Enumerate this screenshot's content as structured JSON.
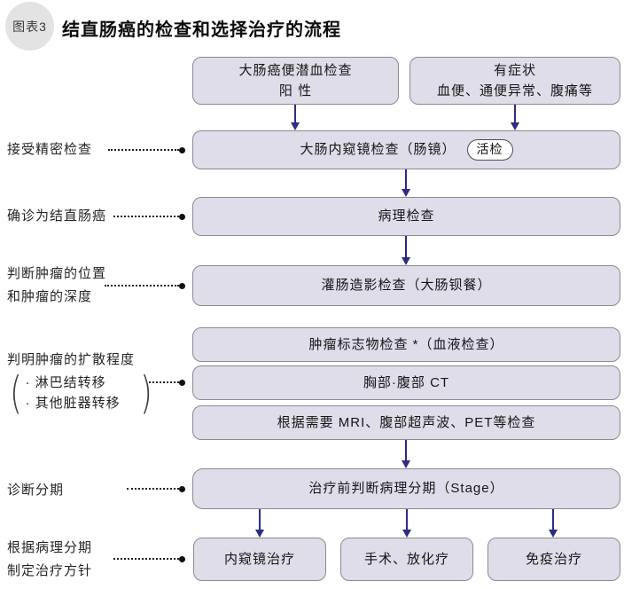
{
  "colors": {
    "box_fill": "#dfdde9",
    "box_border": "#8a8a92",
    "arrow": "#2e2b85",
    "badge_fill": "#e3e3e3",
    "pill_fill": "#ffffff"
  },
  "header": {
    "badge": "图表3",
    "title": "结直肠癌的检查和选择治疗的流程"
  },
  "flow": {
    "fobt_box": {
      "line1": "大肠癌便潜血检查",
      "line2": "阳 性"
    },
    "symptoms_box": {
      "line1": "有症状",
      "line2": "血便、通便异常、腹痛等"
    },
    "colonoscopy_box": {
      "label": "大肠内窥镜检查（肠镜）",
      "tag": "活检"
    },
    "pathology_box": "病理检查",
    "enema_box": "灌肠造影检查（大肠钡餐）",
    "marker_box": "肿瘤标志物检查 *（血液检查）",
    "ct_box": "胸部·腹部 CT",
    "mri_box": "根据需要 MRI、腹部超声波、PET等检查",
    "stage_box": "治疗前判断病理分期（Stage）",
    "treatment_boxes": [
      "内窥镜治疗",
      "手术、放化疗",
      "免疫治疗"
    ]
  },
  "side_labels": {
    "detailed_exam": "接受精密检查",
    "confirmed": "确诊为结直肠癌",
    "position_line1": "判断肿瘤的位置",
    "position_line2": "和肿瘤的深度",
    "spread_title": "判明肿瘤的扩散程度",
    "spread_item1": "· 淋巴结转移",
    "spread_item2": "· 其他脏器转移",
    "staging": "诊断分期",
    "plan_line1": "根据病理分期",
    "plan_line2": "制定治疗方针"
  }
}
